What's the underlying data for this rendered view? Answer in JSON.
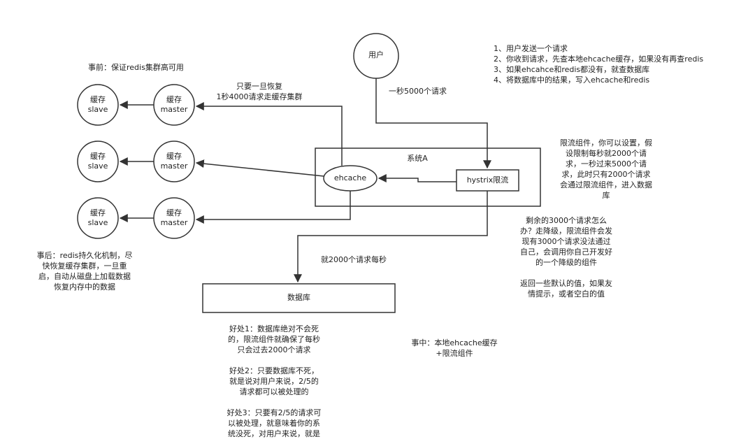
{
  "nodes": {
    "user": "用户",
    "system": "系统A",
    "ehcache": "ehcache",
    "hystrix": "hystrix限流",
    "database": "数据库",
    "redis": [
      {
        "slave": "缓存\nslave",
        "master": "缓存\nmaster"
      },
      {
        "slave": "缓存\nslave",
        "master": "缓存\nmaster"
      },
      {
        "slave": "缓存\nslave",
        "master": "缓存\nmaster"
      }
    ]
  },
  "edge_labels": {
    "user_requests": "一秒5000个请求",
    "recover": "只要一旦恢复\n1秒4000请求走缓存集群",
    "db_requests": "就2000个请求每秒"
  },
  "notes": {
    "before": "事前：保证redis集群高可用",
    "steps": "1、用户发送一个请求\n2、你收到请求，先查本地ehcache缓存，如果没有再查redis\n3、如果ehcahce和redis都没有，就查数据库\n4、将数据库中的结果，写入ehcache和redis",
    "limiter": "限流组件，你可以设置，假\n设限制每秒就2000个请\n求，一秒过来5000个请\n求，此时只有2000个请求\n会通过限流组件，进入数据\n库",
    "remaining": "剩余的3000个请求怎么\n办？走降级，限流组件会发\n现有3000个请求没法通过\n自己，会调用你自己开发好\n的一个降级的组件\n\n返回一些默认的值，如果友\n情提示，或者空白的值",
    "after": "事后：redis持久化机制，尽\n快恢复缓存集群，一旦重\n启，自动从磁盘上加载数据\n恢复内存中的数据",
    "during": "事中：本地ehcache缓存\n+限流组件",
    "benefits": "好处1：数据库绝对不会死\n的，限流组件就确保了每秒\n只会过去2000个请求\n\n好处2：只要数据库不死，\n就是说对用户来说，2/5的\n请求都可以被处理的\n\n好处3：只要有2/5的请求可\n以被处理，就意味着你的系\n统没死，对用户来说，就是"
  },
  "colors": {
    "stroke": "#333333",
    "text": "#222222",
    "background": "#ffffff"
  }
}
